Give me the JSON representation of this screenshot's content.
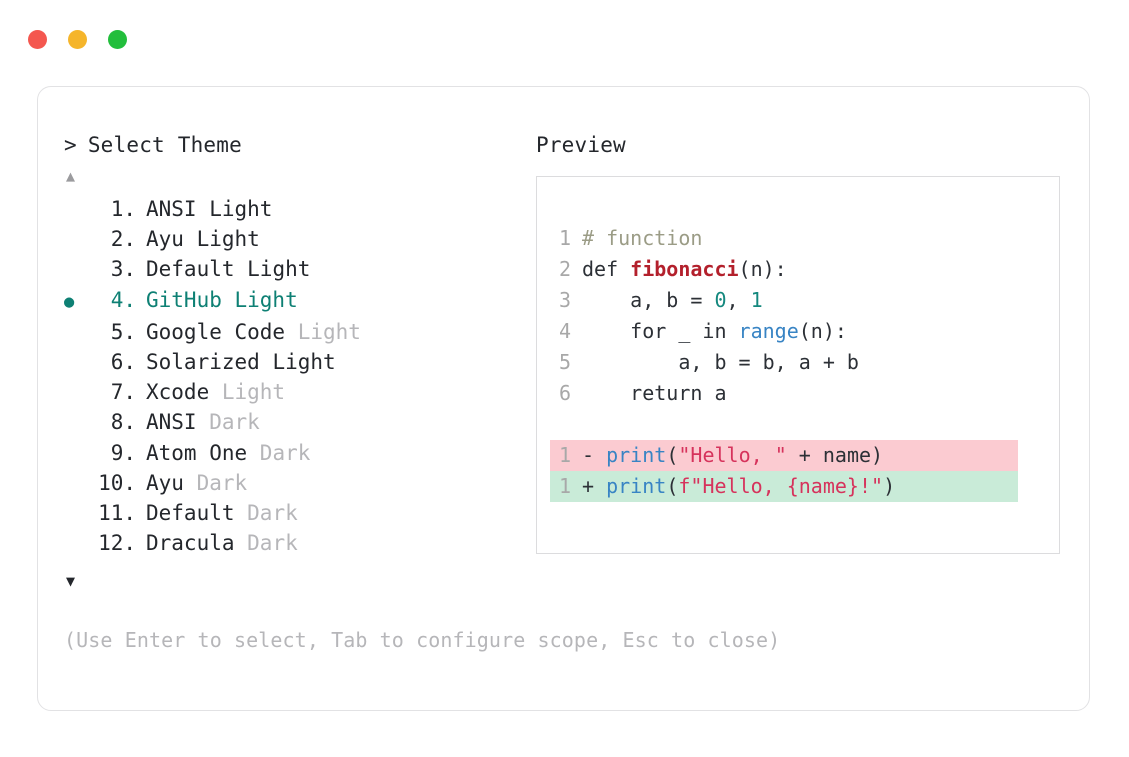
{
  "window": {
    "dots": [
      {
        "name": "close",
        "color": "#F4574F"
      },
      {
        "name": "minimize",
        "color": "#F5B52B"
      },
      {
        "name": "maximize",
        "color": "#22BE3C"
      }
    ]
  },
  "prompt": {
    "caret": ">",
    "title": "Select Theme"
  },
  "scroll": {
    "up_glyph": "▲",
    "down_glyph": "▼"
  },
  "selection": {
    "bullet_glyph": "●",
    "selected_index": 4,
    "accent_color": "#0E8074"
  },
  "themes": [
    {
      "index": "1.",
      "name": "ANSI",
      "variant": " Light",
      "variant_muted": false,
      "selected": false
    },
    {
      "index": "2.",
      "name": "Ayu",
      "variant": " Light",
      "variant_muted": false,
      "selected": false
    },
    {
      "index": "3.",
      "name": "Default",
      "variant": " Light",
      "variant_muted": false,
      "selected": false
    },
    {
      "index": "4.",
      "name": "GitHub",
      "variant": " Light",
      "variant_muted": false,
      "selected": true
    },
    {
      "index": "5.",
      "name": "Google Code",
      "variant": " Light",
      "variant_muted": true,
      "selected": false
    },
    {
      "index": "6.",
      "name": "Solarized",
      "variant": " Light",
      "variant_muted": false,
      "selected": false
    },
    {
      "index": "7.",
      "name": "Xcode",
      "variant": " Light",
      "variant_muted": true,
      "selected": false
    },
    {
      "index": "8.",
      "name": "ANSI",
      "variant": " Dark",
      "variant_muted": true,
      "selected": false
    },
    {
      "index": "9.",
      "name": "Atom One",
      "variant": " Dark",
      "variant_muted": true,
      "selected": false
    },
    {
      "index": "10.",
      "name": "Ayu",
      "variant": " Dark",
      "variant_muted": true,
      "selected": false
    },
    {
      "index": "11.",
      "name": "Default",
      "variant": " Dark",
      "variant_muted": true,
      "selected": false
    },
    {
      "index": "12.",
      "name": "Dracula",
      "variant": " Dark",
      "variant_muted": true,
      "selected": false
    }
  ],
  "hint": "(Use Enter to select, Tab to configure scope, Esc to close)",
  "preview": {
    "label": "Preview",
    "code_lines": [
      {
        "ln": "1",
        "tokens": [
          {
            "t": "# function",
            "c": "comment"
          }
        ]
      },
      {
        "ln": "2",
        "tokens": [
          {
            "t": "def ",
            "c": "kw"
          },
          {
            "t": "fibonacci",
            "c": "fn"
          },
          {
            "t": "(n):",
            "c": "punct"
          }
        ]
      },
      {
        "ln": "3",
        "tokens": [
          {
            "t": "    a, b = ",
            "c": "plain"
          },
          {
            "t": "0",
            "c": "num"
          },
          {
            "t": ", ",
            "c": "plain"
          },
          {
            "t": "1",
            "c": "num"
          }
        ]
      },
      {
        "ln": "4",
        "tokens": [
          {
            "t": "    for _ in ",
            "c": "plain"
          },
          {
            "t": "range",
            "c": "builtin"
          },
          {
            "t": "(n):",
            "c": "punct"
          }
        ]
      },
      {
        "ln": "5",
        "tokens": [
          {
            "t": "        a, b = b, a + b",
            "c": "plain"
          }
        ]
      },
      {
        "ln": "6",
        "tokens": [
          {
            "t": "    return a",
            "c": "plain"
          }
        ]
      }
    ],
    "diff_lines": [
      {
        "ln": "1",
        "kind": "del",
        "sign": "- ",
        "bg": "#FBCBD1",
        "tokens": [
          {
            "t": "print",
            "c": "builtin"
          },
          {
            "t": "(",
            "c": "punct"
          },
          {
            "t": "\"Hello, \"",
            "c": "str"
          },
          {
            "t": " + name)",
            "c": "plain"
          }
        ]
      },
      {
        "ln": "1",
        "kind": "add",
        "sign": "+ ",
        "bg": "#C9EBD8",
        "tokens": [
          {
            "t": "print",
            "c": "builtin"
          },
          {
            "t": "(",
            "c": "punct"
          },
          {
            "t": "f\"Hello, {name}!\"",
            "c": "str"
          },
          {
            "t": ")",
            "c": "punct"
          }
        ]
      }
    ]
  }
}
